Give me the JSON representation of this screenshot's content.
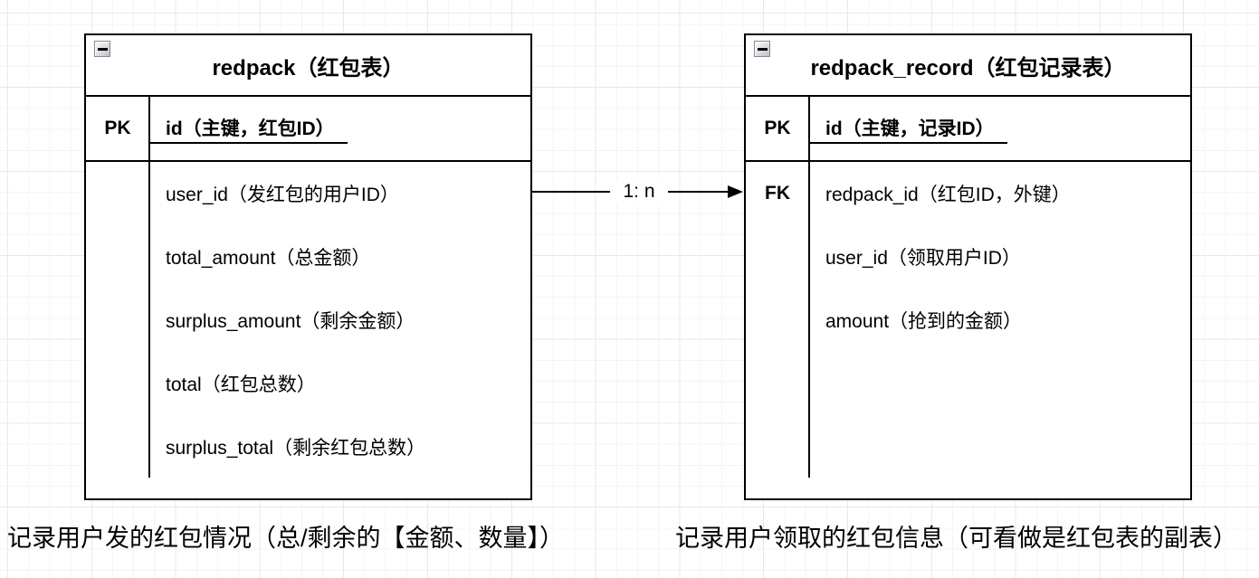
{
  "colors": {
    "border": "#000000",
    "grid_minor": "#f4f4f4",
    "grid_major": "#e8e8e8",
    "collapse_button_bg": "#d4d4da",
    "canvas_bg": "#ffffff"
  },
  "tables": [
    {
      "name": "redpack",
      "title": "redpack（红包表）",
      "rows": [
        {
          "key": "PK",
          "label": "id（主键，红包ID）"
        },
        {
          "key": "",
          "label": "user_id（发红包的用户ID）"
        },
        {
          "key": "",
          "label": "total_amount（总金额）"
        },
        {
          "key": "",
          "label": "surplus_amount（剩余金额）"
        },
        {
          "key": "",
          "label": "total（红包总数）"
        },
        {
          "key": "",
          "label": "surplus_total（剩余红包总数）"
        }
      ]
    },
    {
      "name": "redpack_record",
      "title": "redpack_record（红包记录表）",
      "rows": [
        {
          "key": "PK",
          "label": "id（主键，记录ID）"
        },
        {
          "key": "FK",
          "label": "redpack_id（红包ID，外键）"
        },
        {
          "key": "",
          "label": "user_id（领取用户ID）"
        },
        {
          "key": "",
          "label": "amount（抢到的金额）"
        }
      ]
    }
  ],
  "connector": {
    "label": "1: n"
  },
  "captions": {
    "left": "记录用户发的红包情况（总/剩余的【金额、数量】）",
    "right": "记录用户领取的红包信息（可看做是红包表的副表）"
  }
}
